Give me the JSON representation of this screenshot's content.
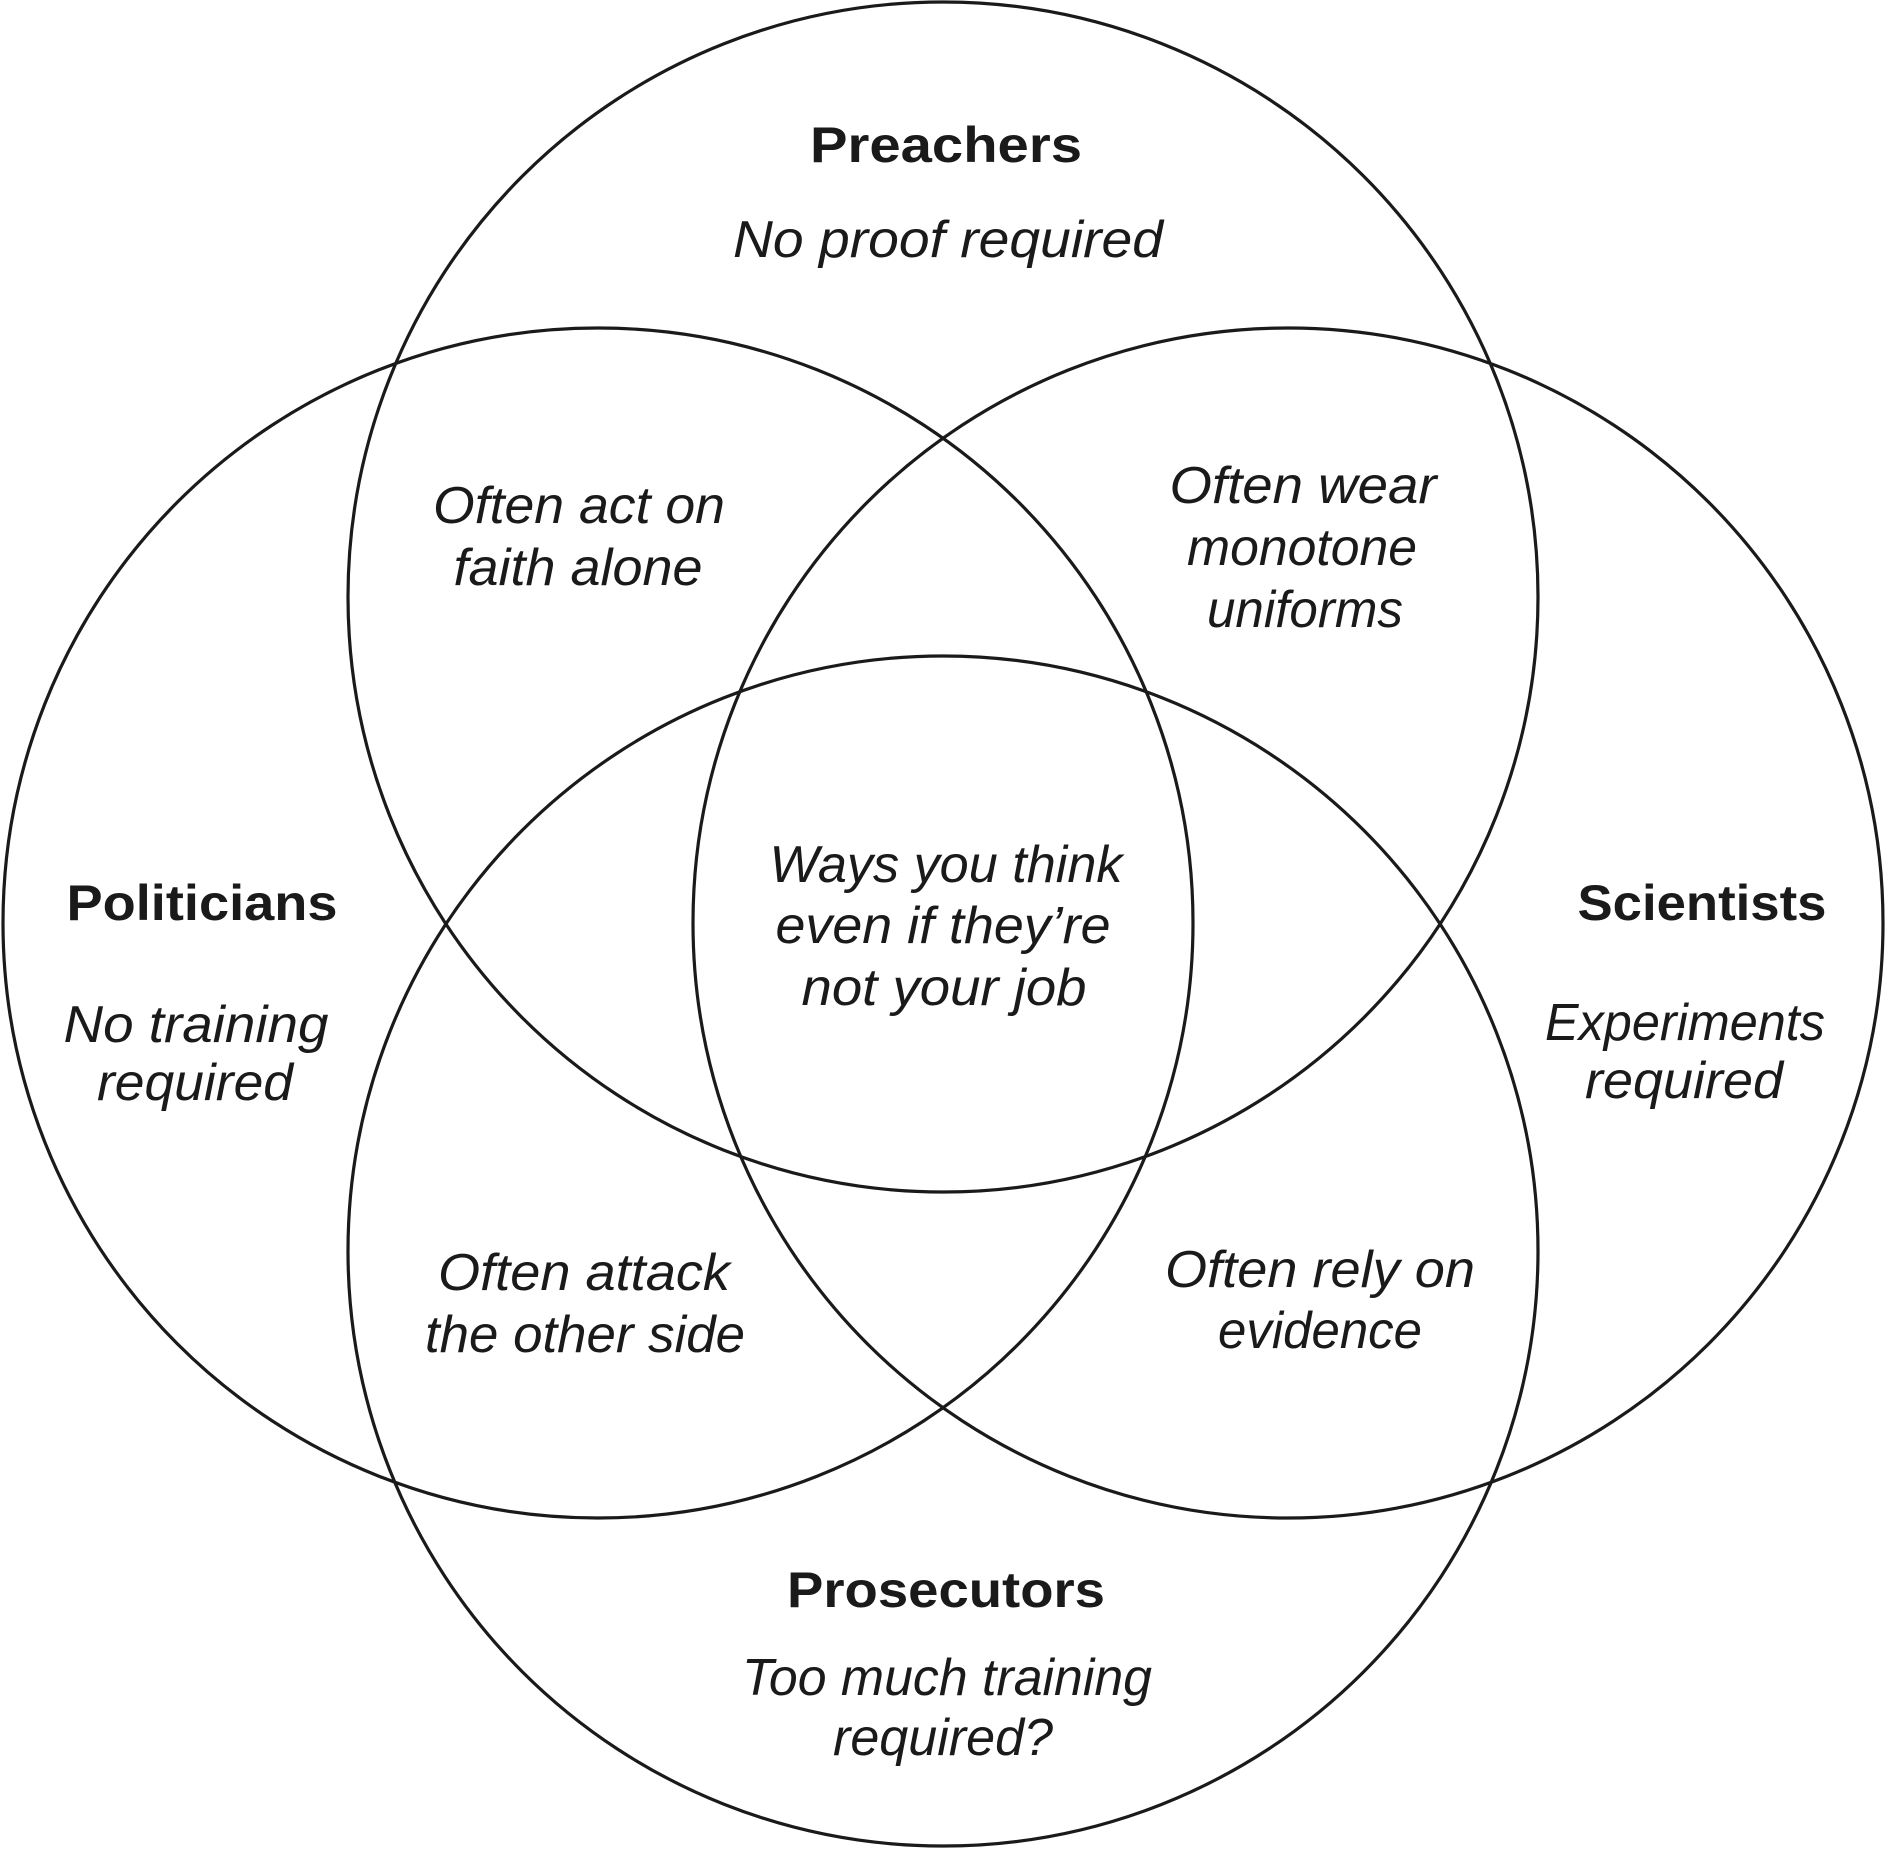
{
  "diagram": {
    "type": "venn",
    "colors": {
      "stroke": "#1a1a1a",
      "text": "#1a1a1a",
      "background": "#ffffff"
    },
    "sets": [
      {
        "id": "preachers",
        "label": "Preachers",
        "description": [
          "No proof required"
        ]
      },
      {
        "id": "politicians",
        "label": "Politicians",
        "description": [
          "No training",
          "required"
        ]
      },
      {
        "id": "scientists",
        "label": "Scientists",
        "description": [
          "Experiments",
          "required"
        ]
      },
      {
        "id": "prosecutors",
        "label": "Prosecutors",
        "description": [
          "Too much training",
          "required?"
        ]
      }
    ],
    "overlaps": [
      {
        "sets": [
          "preachers",
          "politicians"
        ],
        "text": [
          "Often act on",
          "faith alone"
        ]
      },
      {
        "sets": [
          "preachers",
          "scientists"
        ],
        "text": [
          "Often wear",
          "monotone",
          "uniforms"
        ]
      },
      {
        "sets": [
          "politicians",
          "prosecutors"
        ],
        "text": [
          "Often attack",
          "the other side"
        ]
      },
      {
        "sets": [
          "scientists",
          "prosecutors"
        ],
        "text": [
          "Often rely on",
          "evidence"
        ]
      },
      {
        "sets": [
          "preachers",
          "politicians",
          "scientists",
          "prosecutors"
        ],
        "text": [
          "Ways you think",
          "even if they’re",
          "not your job"
        ]
      }
    ]
  }
}
